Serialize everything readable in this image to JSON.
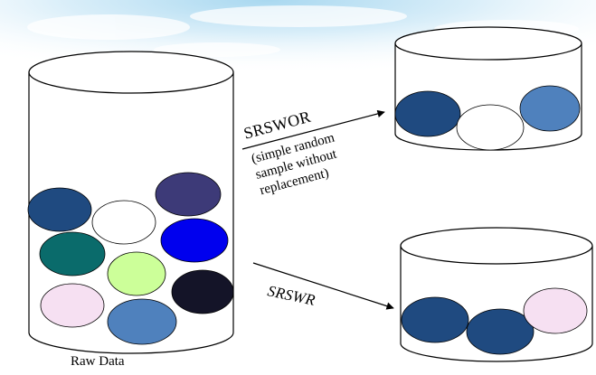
{
  "labels": {
    "srswor": "SRSWOR",
    "srswor_description": "(simple random\nsample without\nreplacement)",
    "srswr": "SRSWR",
    "raw_data": "Raw Data"
  },
  "colors": {
    "sky": "#bfe3f5",
    "navy_blue": "#1f4a80",
    "white": "#ffffff",
    "slate_purple": "#3d3a78",
    "teal": "#0a6b6b",
    "pure_blue": "#0000ee",
    "light_green": "#ccff99",
    "steel_blue": "#4f81bd",
    "pale_pink": "#f6e0f2",
    "midnight": "#141428"
  },
  "containers": [
    {
      "name": "raw-data",
      "balls": [
        "navy_blue",
        "white",
        "slate_purple",
        "teal",
        "pure_blue",
        "light_green",
        "pale_pink",
        "midnight",
        "steel_blue"
      ]
    },
    {
      "name": "srswor-sample",
      "balls": [
        "navy_blue",
        "white",
        "steel_blue"
      ]
    },
    {
      "name": "srswr-sample",
      "balls": [
        "navy_blue",
        "navy_blue",
        "pale_pink"
      ]
    }
  ]
}
